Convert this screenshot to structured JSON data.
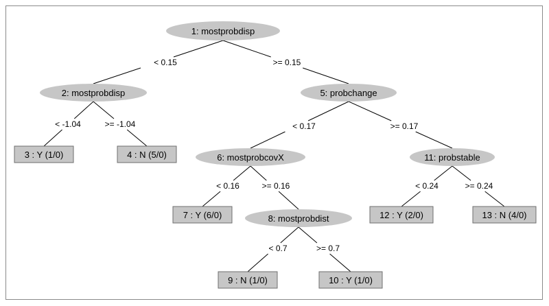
{
  "tree": {
    "nodes": [
      {
        "id": "n1",
        "type": "inner",
        "label": "1: mostprobdisp"
      },
      {
        "id": "n2",
        "type": "inner",
        "label": "2: mostprobdisp"
      },
      {
        "id": "n3",
        "type": "leaf",
        "label": "3 : Y (1/0)"
      },
      {
        "id": "n4",
        "type": "leaf",
        "label": "4 : N (5/0)"
      },
      {
        "id": "n5",
        "type": "inner",
        "label": "5: probchange"
      },
      {
        "id": "n6",
        "type": "inner",
        "label": "6: mostprobcovX"
      },
      {
        "id": "n7",
        "type": "leaf",
        "label": "7 : Y (6/0)"
      },
      {
        "id": "n8",
        "type": "inner",
        "label": "8: mostprobdist"
      },
      {
        "id": "n9",
        "type": "leaf",
        "label": "9 : N (1/0)"
      },
      {
        "id": "n10",
        "type": "leaf",
        "label": "10 : Y (1/0)"
      },
      {
        "id": "n11",
        "type": "inner",
        "label": "11: probstable"
      },
      {
        "id": "n12",
        "type": "leaf",
        "label": "12 : Y (2/0)"
      },
      {
        "id": "n13",
        "type": "leaf",
        "label": "13 : N (4/0)"
      }
    ],
    "edges": [
      {
        "from": "n1",
        "to": "n2",
        "label": "< 0.15"
      },
      {
        "from": "n1",
        "to": "n5",
        "label": ">= 0.15"
      },
      {
        "from": "n2",
        "to": "n3",
        "label": "< -1.04"
      },
      {
        "from": "n2",
        "to": "n4",
        "label": ">= -1.04"
      },
      {
        "from": "n5",
        "to": "n6",
        "label": "< 0.17"
      },
      {
        "from": "n5",
        "to": "n11",
        "label": ">= 0.17"
      },
      {
        "from": "n6",
        "to": "n7",
        "label": "< 0.16"
      },
      {
        "from": "n6",
        "to": "n8",
        "label": ">= 0.16"
      },
      {
        "from": "n8",
        "to": "n9",
        "label": "< 0.7"
      },
      {
        "from": "n8",
        "to": "n10",
        "label": ">= 0.7"
      },
      {
        "from": "n11",
        "to": "n12",
        "label": "< 0.24"
      },
      {
        "from": "n11",
        "to": "n13",
        "label": ">= 0.24"
      }
    ]
  },
  "colors": {
    "node_fill": "#c6c6c6",
    "leaf_border": "#6f6f6f",
    "line": "#000000",
    "frame_border": "#8a8a8a"
  }
}
